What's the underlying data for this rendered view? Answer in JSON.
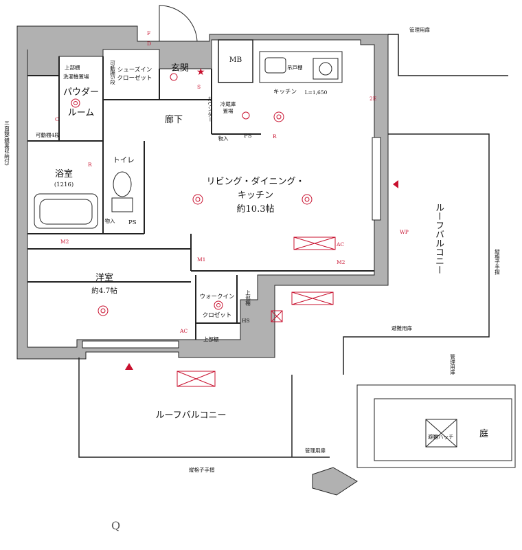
{
  "rooms": {
    "ldk_name_1": "リビング・ダイニング・",
    "ldk_name_2": "キッチン",
    "ldk_area": "約10.3帖",
    "bedroom_name": "洋室",
    "bedroom_area": "約4.7帖",
    "bath_name": "浴室",
    "bath_size": "(1216)",
    "powder_1": "パウダー",
    "powder_2": "ルーム",
    "toilet": "トイレ",
    "entrance": "玄関",
    "hallway": "廊下",
    "kitchen": "キッチン",
    "kitchen_len": "L=1,650",
    "walkin_1": "ウォークイン",
    "walkin_2": "クロゼット",
    "shoes_1": "シューズイン",
    "shoes_2": "クローゼット",
    "mb": "MB",
    "roof_balcony_right": "ルーフバルコニー",
    "roof_balcony_bottom": "ルーフバルコニー",
    "garden": "庭"
  },
  "labels": {
    "upper_shelf_1": "上部棚",
    "laundry_area": "洗濯機置場",
    "movable_shelf_5": "可動棚5段",
    "hanging_shelf": "吊戸棚",
    "counter": "カウンター",
    "fridge_1": "冷蔵庫",
    "fridge_2": "置場",
    "storage_1": "物入",
    "storage_2": "物入",
    "ps_1": "PS",
    "ps_2": "PS",
    "hs": "HS",
    "upper_shelf_2": "上部棚",
    "shelf": "上部棚",
    "movable_shelf_4": "可動棚4段",
    "side_note": "三面鏡(鏡裏収納付)",
    "mgmt_door_top": "管理用扉",
    "mgmt_door_right": "管理用扉",
    "mgmt_door_bottom": "管理用扉",
    "evac_door": "避難用扉",
    "evac_hatch": "避難ハッチ",
    "lattice_rail_right": "縦格子手摺",
    "lattice_rail_bottom": "縦格子手摺"
  },
  "markers": {
    "m1": "M1",
    "m2a": "M2",
    "m2b": "M2",
    "s": "S",
    "r1": "R",
    "r2": "R",
    "c": "C",
    "f": "F",
    "d": "D",
    "ac1": "AC",
    "ac2": "AC",
    "wp": "WP",
    "e2": "2E"
  },
  "colors": {
    "wall": "#b1b1b1",
    "line": "#222222",
    "accent": "#c8102e"
  },
  "icons": {
    "compass": "compass-north-icon",
    "star": "star-icon"
  }
}
